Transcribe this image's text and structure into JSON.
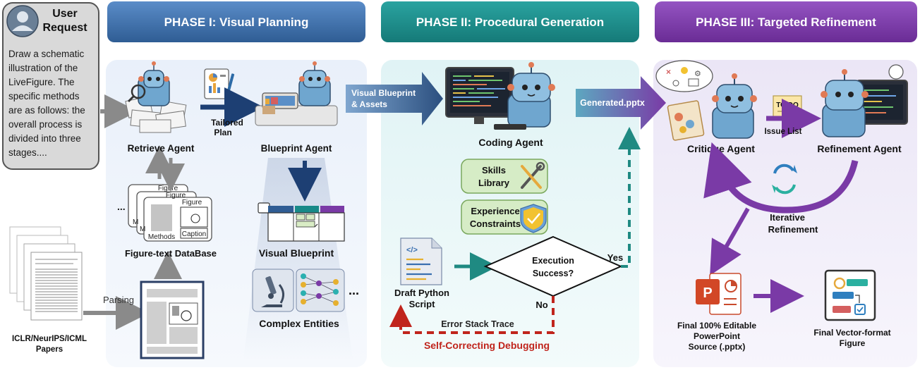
{
  "user_request": {
    "title_line1": "User",
    "title_line2": "Request",
    "text_lines": [
      "Draw a schematic",
      "illustration of the",
      "LiveFigure. The",
      "specific methods",
      "are as follows: the",
      "overall process is",
      "divided into three",
      "stages...."
    ]
  },
  "papers": {
    "line1": "ICLR/NeurIPS/ICML",
    "line2": "Papers",
    "parsing_label": "Parsing"
  },
  "phase1": {
    "title": "PHASE I: Visual Planning",
    "retrieve_agent": "Retrieve Agent",
    "blueprint_agent": "Blueprint Agent",
    "tailored_plan_line1": "Tailored",
    "tailored_plan_line2": "Plan",
    "database": "Figure-text DataBase",
    "figure_label": "Figure",
    "methods_label": "Methods",
    "caption_label": "Caption",
    "m_label": "M",
    "ellipsis": "...",
    "visual_blueprint": "Visual Blueprint",
    "complex_entities": "Complex Entities",
    "entities_ellipsis": "..."
  },
  "handoff1": {
    "line1": "Visual Blueprint",
    "line2": "& Assets"
  },
  "phase2": {
    "title": "PHASE II: Procedural Generation",
    "coding_agent": "Coding Agent",
    "skills_line1": "Skills",
    "skills_line2": "Library",
    "experience_line1": "Experience",
    "experience_line2": "Constraints",
    "draft_line1": "Draft Python",
    "draft_line2": "Script",
    "decision_line1": "Execution",
    "decision_line2": "Success?",
    "yes": "Yes",
    "no": "No",
    "error_trace": "Error Stack Trace",
    "self_correcting": "Self-Correcting Debugging"
  },
  "handoff2": {
    "label": "Generated.pptx"
  },
  "phase3": {
    "title": "PHASE III: Targeted Refinement",
    "critique_agent": "Critique Agent",
    "refinement_agent": "Refinement Agent",
    "issue_list": "Issue List",
    "todo": "TO DO",
    "iterative_line1": "Iterative",
    "iterative_line2": "Refinement",
    "final_pptx_line1": "Final 100% Editable",
    "final_pptx_line2": "PowerPoint",
    "final_pptx_line3": "Source (.pptx)",
    "final_vector_line1": "Final Vector-format",
    "final_vector_line2": "Figure",
    "ppt_letter": "P"
  },
  "colors": {
    "phase1": "#3f6fa8",
    "phase2": "#188a88",
    "phase3": "#7a3aa6",
    "panel1": "#e7eef8",
    "panel2": "#e2f4f5",
    "panel3": "#ece8f6",
    "arrow_dark": "#1d3f73",
    "arrow_gray": "#8a8a8a",
    "arrow_purple": "#7a3aa6",
    "arrow_teal": "#1f8a82",
    "error_red": "#c0241c",
    "skill_green": "#d6ecc6"
  },
  "icons": [
    "user-avatar-icon",
    "robot-icon",
    "document-stack-icon",
    "plan-document-icon",
    "monitor-code-icon",
    "wrench-pencil-icon",
    "shield-check-icon",
    "python-file-icon",
    "refresh-cycle-icon",
    "todo-note-icon",
    "powerpoint-icon",
    "flowchart-icon",
    "microscope-icon",
    "network-graph-icon"
  ]
}
